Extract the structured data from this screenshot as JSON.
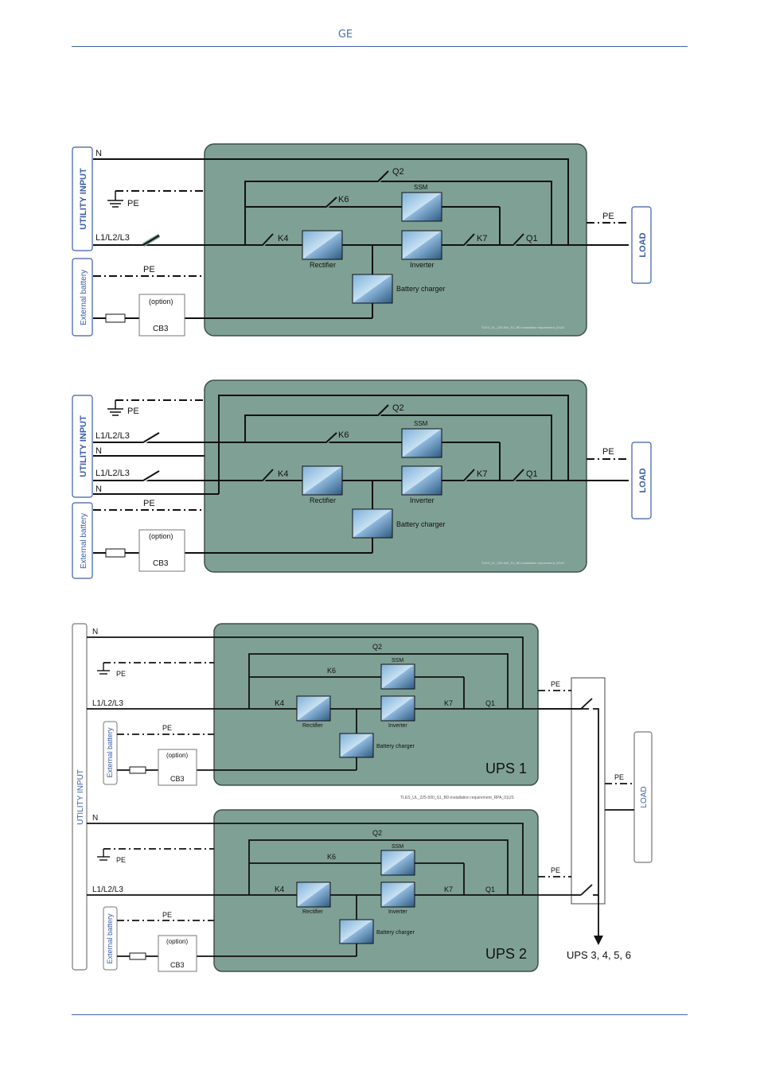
{
  "header": {
    "brand": "GE"
  },
  "colors": {
    "panel": "#7fa095",
    "panel_stroke": "#3f4f4a",
    "line": "#111111",
    "label_blue": "#3a5da8",
    "block_dark": "#33495e",
    "block_light": "#9ec5e2"
  },
  "labels": {
    "utility_input": "UTILITY INPUT",
    "external_battery": "External battery",
    "load": "LOAD",
    "n": "N",
    "pe": "PE",
    "l1l2l3": "L1/L2/L3",
    "q2": "Q2",
    "k6": "K6",
    "k4": "K4",
    "k7": "K7",
    "q1": "Q1",
    "ssm": "SSM",
    "rectifier": "Rectifier",
    "inverter": "Inverter",
    "battery_charger": "Battery charger",
    "option": "(option)",
    "cb3": "CB3",
    "ups1": "UPS 1",
    "ups2": "UPS 2",
    "ups_more": "UPS 3, 4, 5, 6",
    "ref1": "TLES_UL_225-500_S1_BD-installation requirement_01US",
    "ref2": "TLES_UL_225-500_S1_BD-installation requirement_02US",
    "ref3": "TLES_UL_225-500_S1_BD-installation requirement_RPA_01US"
  }
}
